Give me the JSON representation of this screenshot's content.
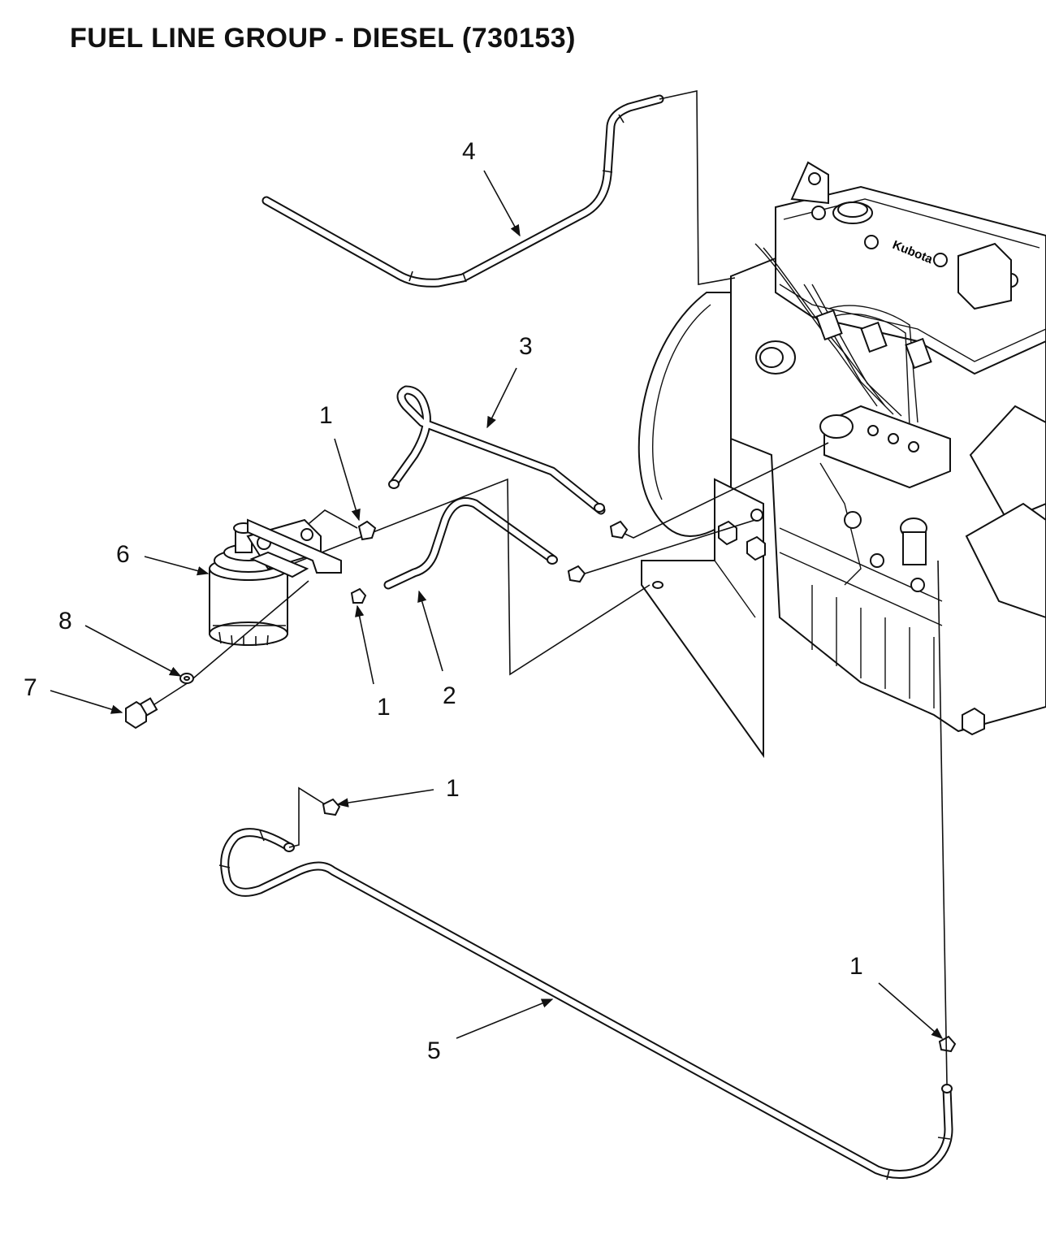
{
  "title": "FUEL LINE GROUP - DIESEL (730153)",
  "callouts": [
    {
      "id": "c4",
      "text": "4"
    },
    {
      "id": "c3",
      "text": "3"
    },
    {
      "id": "c1a",
      "text": "1"
    },
    {
      "id": "c6",
      "text": "6"
    },
    {
      "id": "c8",
      "text": "8"
    },
    {
      "id": "c7",
      "text": "7"
    },
    {
      "id": "c1b",
      "text": "1"
    },
    {
      "id": "c2",
      "text": "2"
    },
    {
      "id": "c1c",
      "text": "1"
    },
    {
      "id": "c1d",
      "text": "1"
    },
    {
      "id": "c5",
      "text": "5"
    }
  ],
  "engine_brand": "Kubota"
}
